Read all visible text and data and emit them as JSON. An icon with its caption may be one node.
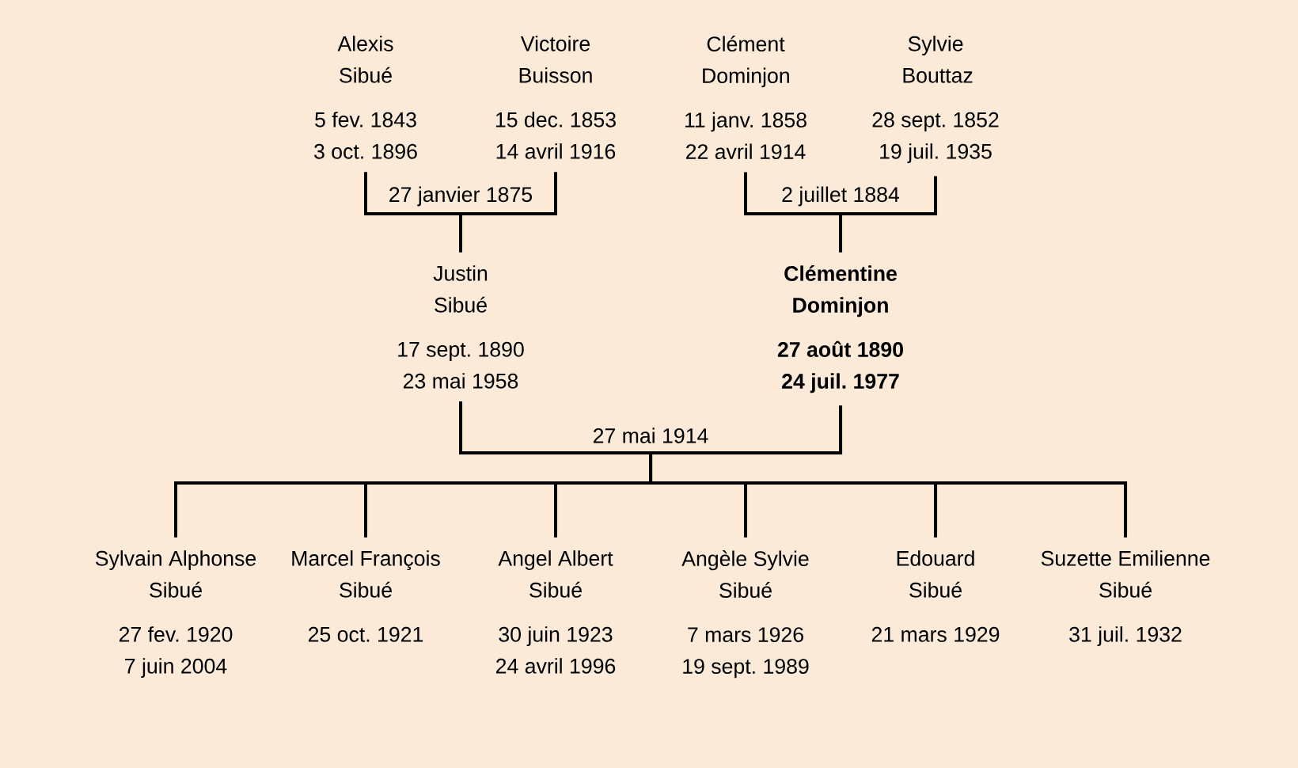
{
  "diagram": {
    "nodes": [
      {
        "text": [
          "Alexis Sibué",
          "5 fev. 1843",
          "3 oct. 1896"
        ]
      },
      {
        "text": [
          "Victoire Buisson",
          "15 dec. 1853",
          "14 avril 1916"
        ]
      },
      {
        "text": [
          "Clément Dominjon",
          "11 janv. 1858",
          "22 avril 1914"
        ]
      },
      {
        "text": [
          "Sylvie Bouttaz",
          "28 sept. 1852",
          "19 juil. 1935"
        ]
      },
      {
        "text": [
          "Justin Sibué",
          "17 sept. 1890",
          "23 mai 1958"
        ]
      },
      {
        "text": [
          "Clémentine Dominjon",
          "27 août 1890",
          "24 juil. 1977"
        ]
      },
      {
        "text": [
          "Sylvain Alphonse Sibué",
          "27 fev. 1920",
          "7 juin 2004"
        ]
      },
      {
        "text": [
          "Marcel François Sibué",
          "25 oct. 1921"
        ]
      },
      {
        "text": [
          "Angel Albert Sibué",
          "30 juin 1923",
          "24 avril 1996"
        ]
      },
      {
        "text": [
          "Angèle Sylvie Sibué",
          "7 mars 1926",
          "19 sept. 1989"
        ]
      },
      {
        "text": [
          "Edouard Sibué",
          "21 mars 1929"
        ]
      },
      {
        "text": [
          "Suzette Emilienne Sibué",
          "31 juil. 1932"
        ]
      }
    ],
    "edges": [
      {
        "from": 0,
        "to": 4,
        "arrow": "none",
        "label": "27 janvier 1875"
      },
      {
        "from": 1,
        "to": 4,
        "arrow": "none"
      },
      {
        "from": 2,
        "to": 5,
        "arrow": "none",
        "label": "2 juillet 1884"
      },
      {
        "from": 3,
        "to": 5,
        "arrow": "none"
      },
      {
        "from": 4,
        "to": 6,
        "arrow": "none",
        "label": "27 mai 1914"
      },
      {
        "from": 4,
        "to": 7,
        "arrow": "none"
      },
      {
        "from": 4,
        "to": 8,
        "arrow": "none"
      },
      {
        "from": 4,
        "to": 9,
        "arrow": "none"
      },
      {
        "from": 4,
        "to": 10,
        "arrow": "none"
      },
      {
        "from": 4,
        "to": 11,
        "arrow": "none"
      },
      {
        "from": 5,
        "to": 6,
        "arrow": "none"
      },
      {
        "from": 5,
        "to": 7,
        "arrow": "none"
      },
      {
        "from": 5,
        "to": 8,
        "arrow": "none"
      },
      {
        "from": 5,
        "to": 9,
        "arrow": "none"
      },
      {
        "from": 5,
        "to": 10,
        "arrow": "none"
      },
      {
        "from": 5,
        "to": 11,
        "arrow": "none"
      }
    ]
  }
}
